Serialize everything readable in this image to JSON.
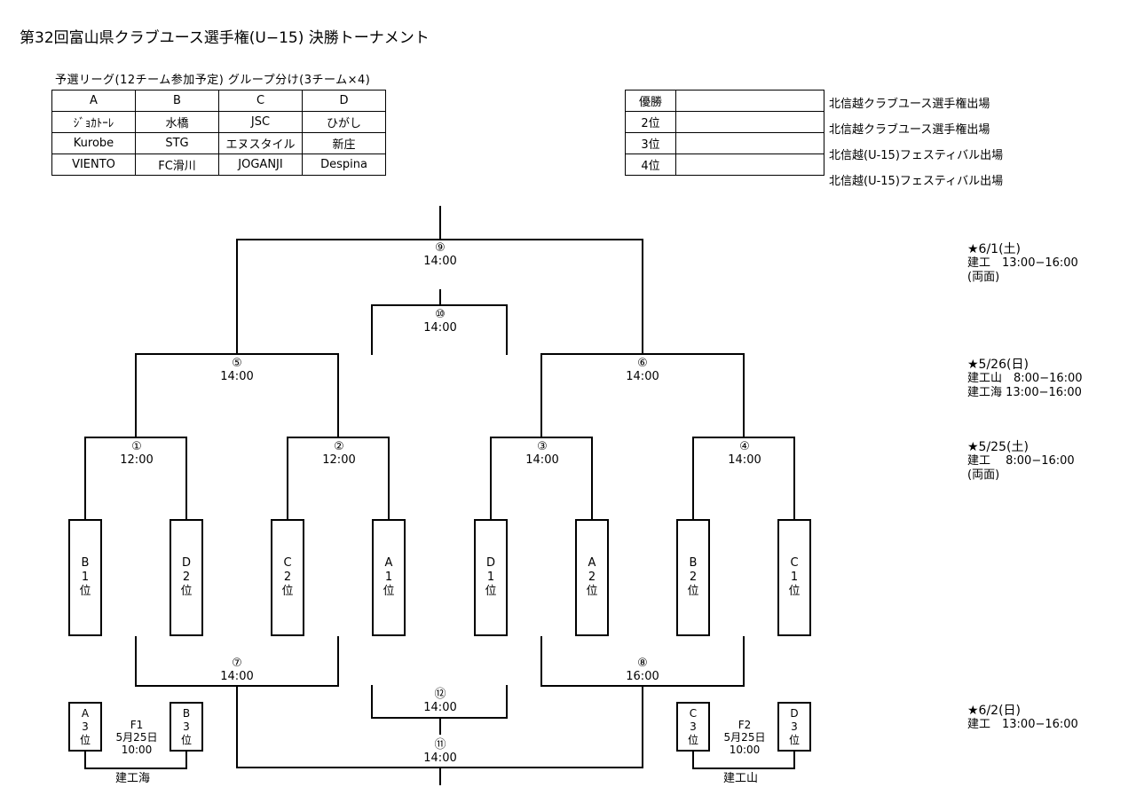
{
  "title": "第32回富山県クラブユース選手権(U−15) 決勝トーナメント",
  "subtitle": "予選リーグ(12チーム参加予定) グループ分け(3チーム×4)",
  "chart_data": {
    "type": "table",
    "groups": {
      "headers": [
        "A",
        "B",
        "C",
        "D"
      ],
      "rows": [
        [
          "ｼﾞｮｶﾄｰﾚ",
          "水橋",
          "JSC",
          "ひがし"
        ],
        [
          "Kurobe",
          "STG",
          "エヌスタイル",
          "新庄"
        ],
        [
          "VIENTO",
          "FC滑川",
          "JOGANJI",
          "Despina"
        ]
      ]
    },
    "ranks": [
      {
        "rank": "優勝",
        "note": "北信越クラブユース選手権出場"
      },
      {
        "rank": "2位",
        "note": "北信越クラブユース選手権出場"
      },
      {
        "rank": "3位",
        "note": "北信越(U-15)フェスティバル出場"
      },
      {
        "rank": "4位",
        "note": "北信越(U-15)フェスティバル出場"
      }
    ],
    "matches": [
      {
        "num": "①",
        "time": "12:00"
      },
      {
        "num": "②",
        "time": "12:00"
      },
      {
        "num": "③",
        "time": "14:00"
      },
      {
        "num": "④",
        "time": "14:00"
      },
      {
        "num": "⑤",
        "time": "14:00"
      },
      {
        "num": "⑥",
        "time": "14:00"
      },
      {
        "num": "⑦",
        "time": "14:00"
      },
      {
        "num": "⑧",
        "time": "16:00"
      },
      {
        "num": "⑨",
        "time": "14:00"
      },
      {
        "num": "⑩",
        "time": "14:00"
      },
      {
        "num": "⑪",
        "time": "14:00"
      },
      {
        "num": "⑫",
        "time": "14:00"
      }
    ],
    "teams": [
      [
        "B",
        "1",
        "位"
      ],
      [
        "D",
        "2",
        "位"
      ],
      [
        "C",
        "2",
        "位"
      ],
      [
        "A",
        "1",
        "位"
      ],
      [
        "D",
        "1",
        "位"
      ],
      [
        "A",
        "2",
        "位"
      ],
      [
        "B",
        "2",
        "位"
      ],
      [
        "C",
        "1",
        "位"
      ]
    ],
    "finals": {
      "f1": {
        "left": [
          "A",
          "3",
          "位"
        ],
        "right": [
          "B",
          "3",
          "位"
        ],
        "name": "F1",
        "date": "5月25日",
        "time": "10:00",
        "venue": "建工海"
      },
      "f2": {
        "left": [
          "C",
          "3",
          "位"
        ],
        "right": [
          "D",
          "3",
          "位"
        ],
        "name": "F2",
        "date": "5月25日",
        "time": "10:00",
        "venue": "建工山"
      }
    },
    "schedule": [
      {
        "date": "★6/1(土)",
        "lines": [
          "建工　13:00−16:00",
          "(両面)"
        ]
      },
      {
        "date": "★5/26(日)",
        "lines": [
          "建工山　8:00−16:00",
          "建工海 13:00−16:00"
        ]
      },
      {
        "date": "★5/25(土)",
        "lines": [
          "建工　 8:00−16:00",
          "(両面)"
        ]
      },
      {
        "date": "★6/2(日)",
        "lines": [
          "建工　13:00−16:00"
        ]
      }
    ]
  }
}
